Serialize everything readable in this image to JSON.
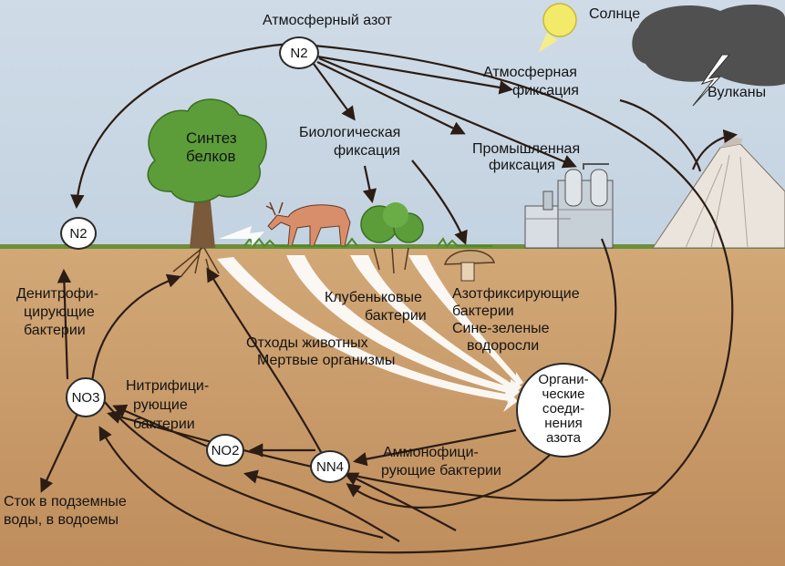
{
  "labels": {
    "atm_nitrogen": "Атмосферный азот",
    "sun": "Солнце",
    "atm_fix_1": "Атмосферная",
    "atm_fix_2": "фиксация",
    "volcanoes": "Вулканы",
    "bio_fix_1": "Биологическая",
    "bio_fix_2": "фиксация",
    "ind_fix_1": "Промышленная",
    "ind_fix_2": "фиксация",
    "synth_1": "Синтез",
    "synth_2": "белков",
    "denit_1": "Денитрофи-",
    "denit_2": "цирующие",
    "denit_3": "бактерии",
    "nodule_1": "Клубеньковые",
    "nodule_2": "бактерии",
    "azot_1": "Азотфиксирующие",
    "azot_2": "бактерии",
    "cyan_1": "Сине-зеленые",
    "cyan_2": "водоросли",
    "waste_1": "Отходы животных",
    "waste_2": "Мертвые организмы",
    "nitrif_1": "Нитрифици-",
    "nitrif_2": "рующие",
    "nitrif_3": "бактерии",
    "ammon_1": "Аммонофици-",
    "ammon_2": "рующие бактерии",
    "runoff_1": "Сток в подземные",
    "runoff_2": "воды, в водоемы",
    "organic": [
      "Органи-",
      "ческие",
      "соеди-",
      "нения",
      "азота"
    ]
  },
  "nodes": {
    "n2_top": "N2",
    "n2_left": "N2",
    "no3": "NO3",
    "no2": "NO2",
    "nn4": "NN4"
  },
  "colors": {
    "sky": "#c9d8e6",
    "soil": "#c79a6a",
    "tree": "#5c9d3a",
    "sun": "#f3ea6a",
    "arrow": "#2b1d14"
  }
}
